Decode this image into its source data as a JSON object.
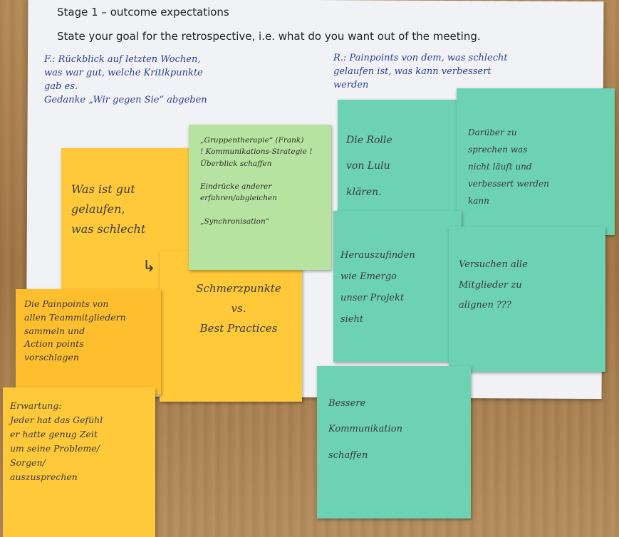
{
  "paper": {
    "stage_heading": "Stage 1 – outcome expectations",
    "instruction": "State your goal for the retrospective, i.e. what do you want out of the meeting."
  },
  "handwriting": {
    "f_goal": "F.: Rückblick auf letzten Wochen,\nwas war gut, welche Kritikpunkte\ngab es.\nGedanke „Wir gegen Sie“ abgeben",
    "r_goal": "R.: Painpoints von dem, was schlecht\ngelaufen ist, was kann verbessert\nwerden"
  },
  "notes": {
    "was_ist_gut": "Was ist gut\ngelaufen,\nwas schlecht",
    "schmerzpunkte": "Schmerzpunkte\nvs.\nBest Practices",
    "arrow_symbol": "↳",
    "painpoints_sammeln": "Die Painpoints von\nallen Teammitgliedern\nsammeln und\nAction points\nvorschlagen",
    "erwartung": "Erwartung:\nJeder hat das Gefühl\ner hatte genug Zeit\num seine Probleme/\nSorgen/\nauszusprechen",
    "gruppentherapie": "„Gruppentherapie“ (Frank)\n! Kommunikations-Strategie !\nÜberblick schaffen\n\nEindrücke anderer\nerfahren/abgleichen\n\n„Synchronisation“",
    "rolle": "Die Rolle\n\nvon Lulu\n\nklären.",
    "darueber": "Darüber   zu\nsprechen   was\nnicht läuft und\nverbessert werden\nkann",
    "herauszufinden": "Herauszufinden\nwie   Emergo\nunser Projekt\nsieht",
    "versuchen": "Versuchen   alle\nMitglieder   zu\nalignen ???",
    "bessere": "Bessere\n\nKommunikation\n\nschaffen"
  }
}
